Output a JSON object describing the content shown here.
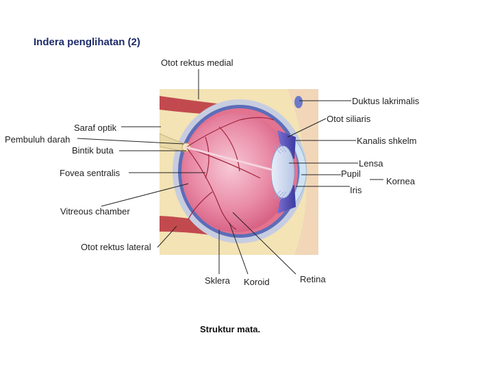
{
  "title": "Indera penglihatan (2)",
  "caption": "Struktur mata.",
  "labels": {
    "otot_rektus_medial": "Otot rektus medial",
    "duktus_lakrimalis": "Duktus lakrimalis",
    "otot_siliaris": "Otot siliaris",
    "saraf_optik": "Saraf optik",
    "pembuluh_darah": "Pembuluh darah",
    "bintik_buta": "Bintik buta",
    "kanalis_shkelm": "Kanalis shkelm",
    "lensa": "Lensa",
    "pupil": "Pupil",
    "kornea": "Kornea",
    "iris": "Iris",
    "fovea_sentralis": "Fovea sentralis",
    "vitreous_chamber": "Vitreous chamber",
    "otot_rektus_lateral": "Otot rektus lateral",
    "sklera": "Sklera",
    "koroid": "Koroid",
    "retina": "Retina"
  }
}
